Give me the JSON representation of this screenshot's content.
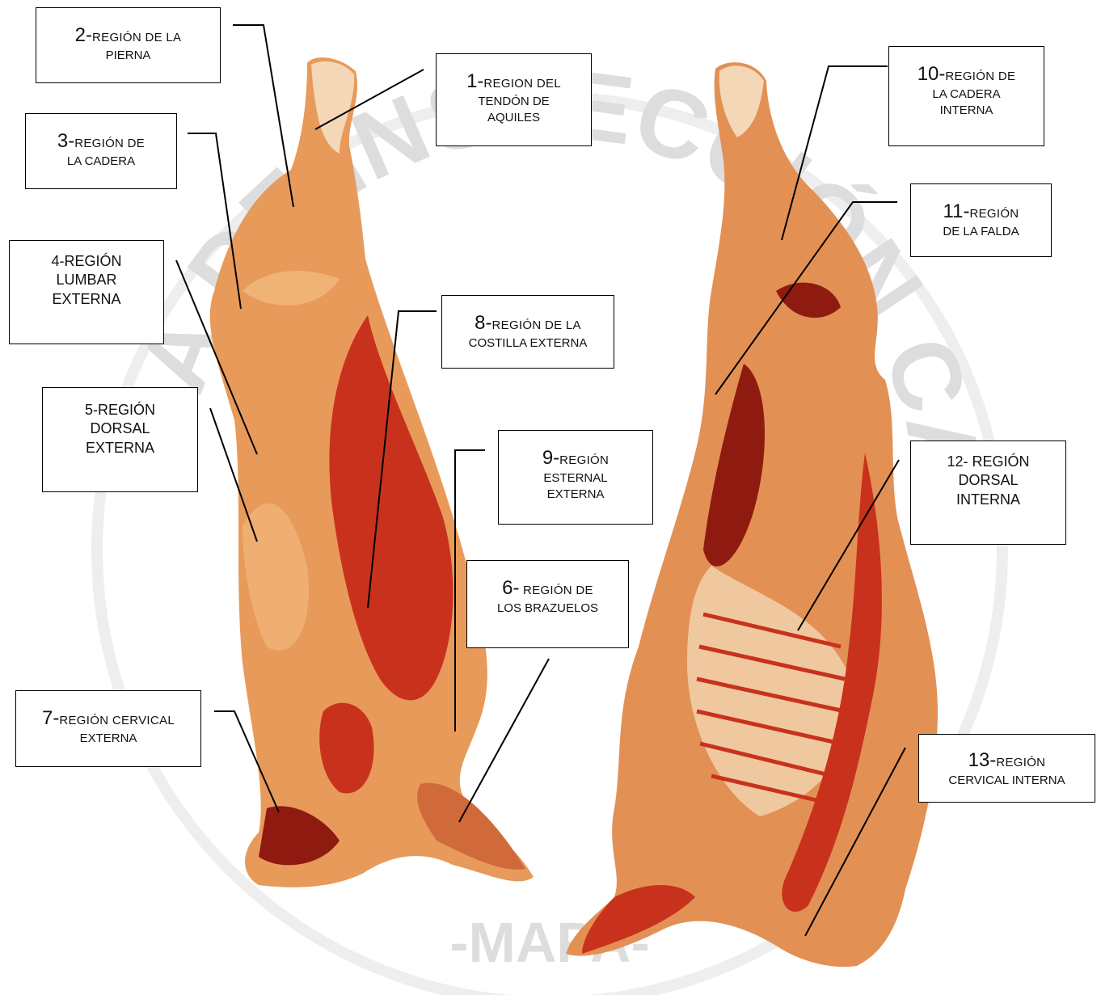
{
  "watermark": {
    "arc_text": "SISTEMA DE INSPECCIÓN CARNES",
    "bottom_text": "-MAPA-"
  },
  "colors": {
    "fat": "#e89a5a",
    "fat_light": "#f3bd82",
    "muscle": "#c8321c",
    "muscle_dark": "#8f1a10",
    "bone": "#f4d7b6",
    "watermark": "#dddddd"
  },
  "labels": [
    {
      "id": "l1",
      "num": "1-",
      "lines": [
        "REGION DEL",
        "TENDÓN DE",
        "AQUILES"
      ]
    },
    {
      "id": "l2",
      "num": "2-",
      "lines": [
        "REGIÓN  DE LA",
        "PIERNA"
      ]
    },
    {
      "id": "l3",
      "num": "3-",
      "lines": [
        "REGIÓN DE",
        "LA CADERA"
      ]
    },
    {
      "id": "l4",
      "num": "",
      "lines": [
        "4-REGIÓN",
        "LUMBAR",
        "EXTERNA"
      ]
    },
    {
      "id": "l5",
      "num": "",
      "lines": [
        "5-REGIÓN",
        "DORSAL",
        "EXTERNA"
      ]
    },
    {
      "id": "l6",
      "num": "6-",
      "lines": [
        " REGIÓN  DE",
        "LOS BRAZUELOS"
      ]
    },
    {
      "id": "l7",
      "num": "7-",
      "lines": [
        "REGIÓN CERVICAL",
        "EXTERNA"
      ]
    },
    {
      "id": "l8",
      "num": "8-",
      "lines": [
        "REGIÓN DE LA",
        "COSTILLA EXTERNA"
      ]
    },
    {
      "id": "l9",
      "num": "9-",
      "lines": [
        "REGIÓN",
        "ESTERNAL",
        "EXTERNA"
      ]
    },
    {
      "id": "l10",
      "num": "10-",
      "lines": [
        "REGIÓN DE",
        "LA CADERA",
        "INTERNA"
      ]
    },
    {
      "id": "l11",
      "num": "11-",
      "lines": [
        "REGIÓN",
        "DE LA FALDA"
      ]
    },
    {
      "id": "l12",
      "num": "",
      "lines": [
        "12- REGIÓN",
        "DORSAL",
        "INTERNA"
      ]
    },
    {
      "id": "l13",
      "num": "13-",
      "lines": [
        "REGIÓN",
        "CERVICAL INTERNA"
      ]
    }
  ]
}
